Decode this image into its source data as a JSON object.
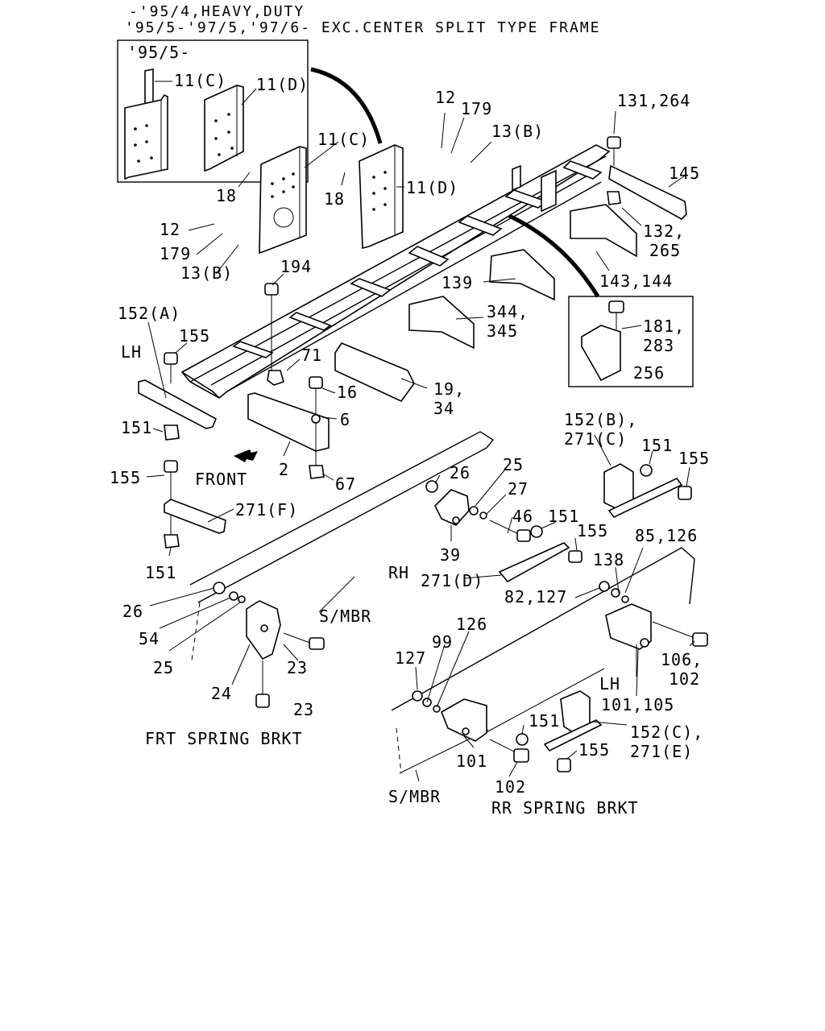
{
  "header": {
    "line1": "-'95/4,HEAVY,DUTY",
    "line2": "'95/5-'97/5,'97/6- EXC.CENTER SPLIT TYPE FRAME"
  },
  "inset": {
    "title": "'95/5-",
    "labels": [
      "11(C)",
      "11(D)"
    ]
  },
  "detail_inset": {
    "labels": [
      "181,",
      "283",
      "256"
    ]
  },
  "callouts": {
    "c1": "12",
    "c2": "179",
    "c3": "13(B)",
    "c4": "131,264",
    "c5": "11(C)",
    "c6": "145",
    "c7": "18",
    "c8": "18",
    "c9": "11(D)",
    "c10": "12",
    "c11": "179",
    "c12": "13(B)",
    "c13": "132,",
    "c14": "265",
    "c15": "194",
    "c16": "139",
    "c17": "143,144",
    "c18": "152(A)",
    "c19": "155",
    "c20": "344,",
    "c21": "345",
    "c22": "LH",
    "c23": "71",
    "c24": "19,",
    "c25": "34",
    "c26": "16",
    "c27": "151",
    "c28": "6",
    "c29": "152(B),",
    "c30": "271(C)",
    "c31": "151",
    "c32": "155",
    "c33": "FRONT",
    "c34": "2",
    "c35": "67",
    "c36": "26",
    "c37": "25",
    "c38": "155",
    "c39": "27",
    "c40": "271(F)",
    "c41": "46",
    "c42": "151",
    "c43": "155",
    "c44": "85,126",
    "c45": "39",
    "c46": "151",
    "c47": "RH",
    "c48": "138",
    "c49": "271(D)",
    "c50": "82,127",
    "c51": "26",
    "c52": "S/MBR",
    "c53": "54",
    "c54": "126",
    "c55": "99",
    "c56": "25",
    "c57": "23",
    "c58": "106,",
    "c59": "102",
    "c60": "127",
    "c61": "LH",
    "c62": "24",
    "c63": "101,105",
    "c64": "23",
    "c65": "151",
    "c66": "152(C),",
    "c67": "FRT SPRING BRKT",
    "c68": "101",
    "c69": "155",
    "c70": "271(E)",
    "c71": "102",
    "c72": "S/MBR",
    "c73": "RR SPRING BRKT"
  }
}
